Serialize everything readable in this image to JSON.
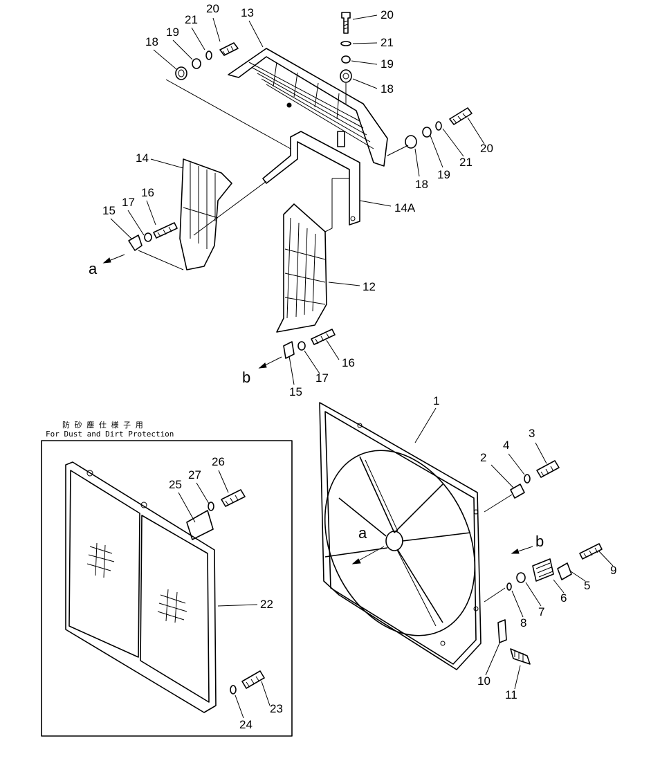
{
  "inset": {
    "caption_jp": "防 砂 塵 仕 様 子 用",
    "caption_en": "For Dust and Dirt Protection"
  },
  "views": {
    "a": "a",
    "b": "b"
  },
  "callouts": {
    "c20a": "20",
    "c21a": "21",
    "c19a": "19",
    "c18a": "18",
    "c13": "13",
    "c20b": "20",
    "c21b": "21",
    "c19b": "19",
    "c18b": "18",
    "c18c": "18",
    "c19c": "19",
    "c21c": "21",
    "c20c": "20",
    "c14": "14",
    "c14A": "14A",
    "c15a": "15",
    "c17a": "17",
    "c16a": "16",
    "c12": "12",
    "c16b": "16",
    "c17b": "17",
    "c15b": "15",
    "c1": "1",
    "c2": "2",
    "c3": "3",
    "c4": "4",
    "c5": "5",
    "c6": "6",
    "c7": "7",
    "c8": "8",
    "c9": "9",
    "c10": "10",
    "c11": "11",
    "c22": "22",
    "c23": "23",
    "c24": "24",
    "c25": "25",
    "c26": "26",
    "c27": "27"
  }
}
